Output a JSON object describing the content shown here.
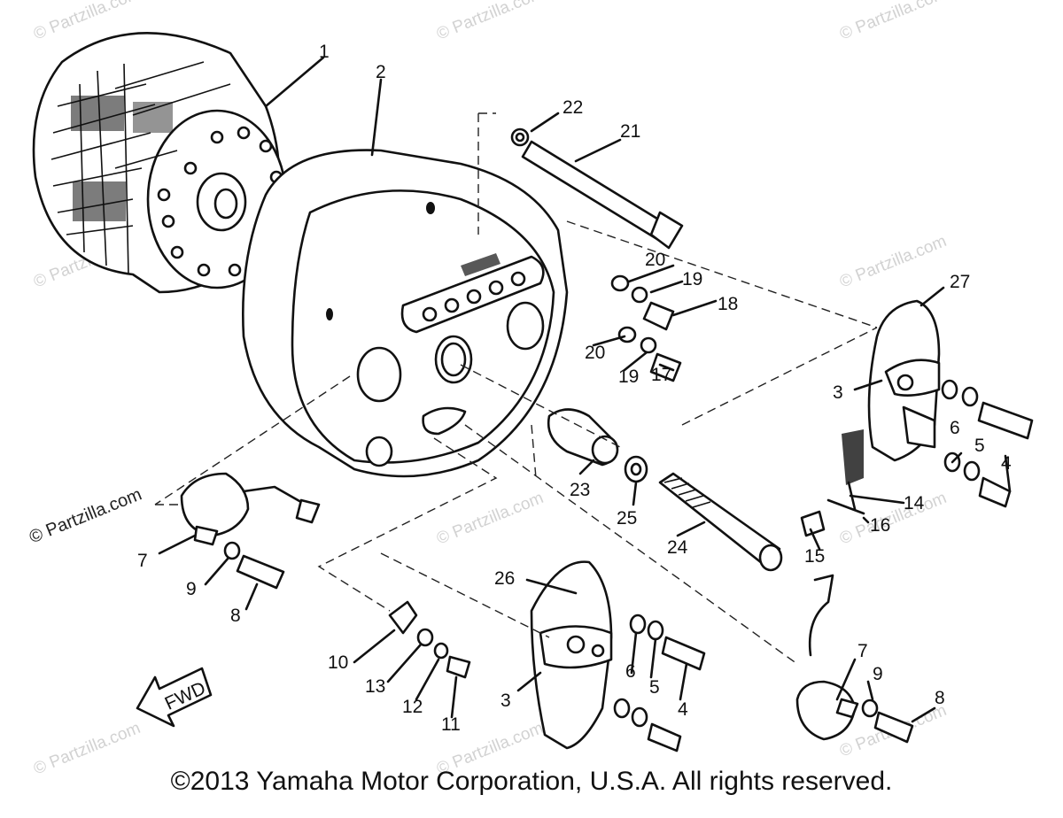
{
  "copyright": "©2013 Yamaha Motor Corporation, U.S.A. All rights reserved.",
  "side_credit": "© Partzilla.com",
  "watermark": "© Partzilla.com",
  "direction_arrow": "FWD",
  "callouts": [
    "1",
    "2",
    "3",
    "3",
    "4",
    "4",
    "5",
    "5",
    "6",
    "6",
    "7",
    "7",
    "8",
    "8",
    "9",
    "9",
    "10",
    "11",
    "12",
    "13",
    "14",
    "15",
    "16",
    "17",
    "18",
    "19",
    "19",
    "20",
    "20",
    "21",
    "22",
    "23",
    "24",
    "25",
    "26",
    "27"
  ]
}
